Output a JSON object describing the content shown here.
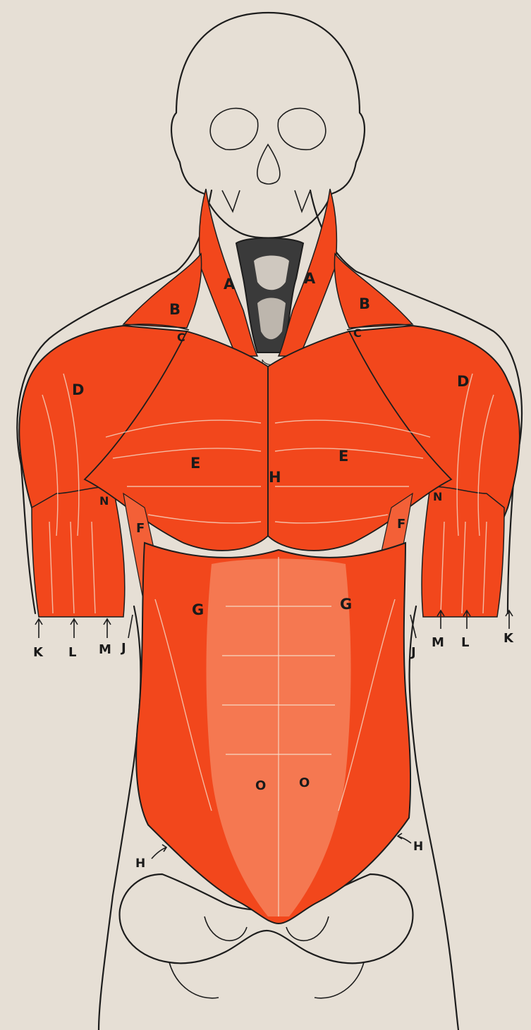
{
  "colors": {
    "paper": "#e6dfd5",
    "muscle": "#f2471c",
    "muscle_light": "#f77a4e",
    "line": "#1d1d1d",
    "bone": "#efe9e0"
  },
  "icons": [
    "skull-icon",
    "larynx-icon",
    "pelvis-icon"
  ],
  "labels": {
    "A_left": "A",
    "A_right": "A",
    "B_left": "B",
    "B_right": "B",
    "C_left": "C",
    "C_right": "C",
    "D_left": "D",
    "D_right": "D",
    "E_left": "E",
    "E_right": "E",
    "H_center": "H",
    "N_left": "N",
    "N_right": "N",
    "F_left": "F",
    "F_right": "F",
    "G_left": "G",
    "G_right": "G",
    "K_left": "K",
    "L_left": "L",
    "M_left": "M",
    "J_left": "J",
    "J_right": "J",
    "M_right": "M",
    "L_right": "L",
    "K_right": "K",
    "O_left": "O",
    "O_right": "O",
    "H_left": "H",
    "H_right": "H"
  }
}
